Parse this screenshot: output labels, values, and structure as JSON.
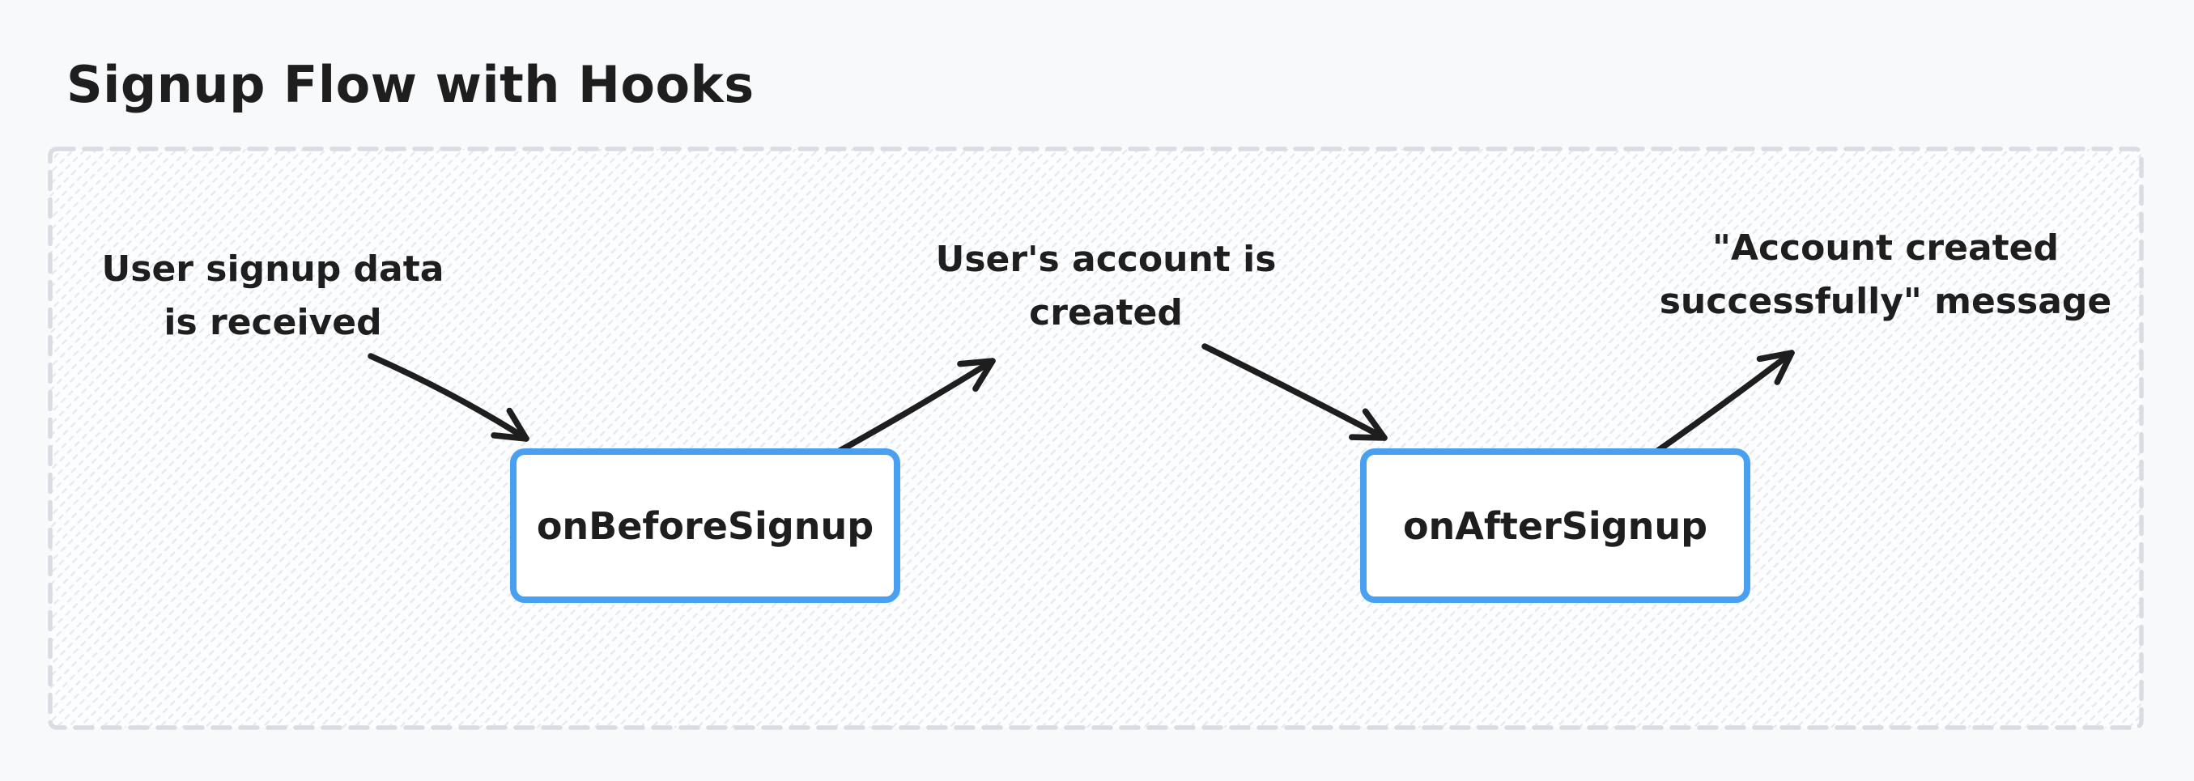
{
  "title": "Signup Flow with Hooks",
  "diagram": {
    "type": "flow",
    "annotations": [
      {
        "id": "signup-data-received",
        "text": "User signup data\nis received"
      },
      {
        "id": "account-created",
        "text": "User's account is\ncreated"
      },
      {
        "id": "success-message",
        "text": "\"Account created\nsuccessfully\" message"
      }
    ],
    "nodes": [
      {
        "id": "on-before-signup",
        "label": "onBeforeSignup"
      },
      {
        "id": "on-after-signup",
        "label": "onAfterSignup"
      }
    ],
    "arrows": [
      {
        "from": "signup-data-received",
        "to": "on-before-signup"
      },
      {
        "from": "on-before-signup",
        "to": "account-created"
      },
      {
        "from": "account-created",
        "to": "on-after-signup"
      },
      {
        "from": "on-after-signup",
        "to": "success-message"
      }
    ]
  },
  "colors": {
    "page_bg": "#f8f9fa",
    "canvas_bg": "#fcfdfe",
    "hatch": "#e6e8ec",
    "canvas_border": "#d9dce2",
    "node_border": "#4aa0f0",
    "node_fill": "#ffffff",
    "arrow": "#1e1e1e",
    "text": "#1e1e1e"
  }
}
